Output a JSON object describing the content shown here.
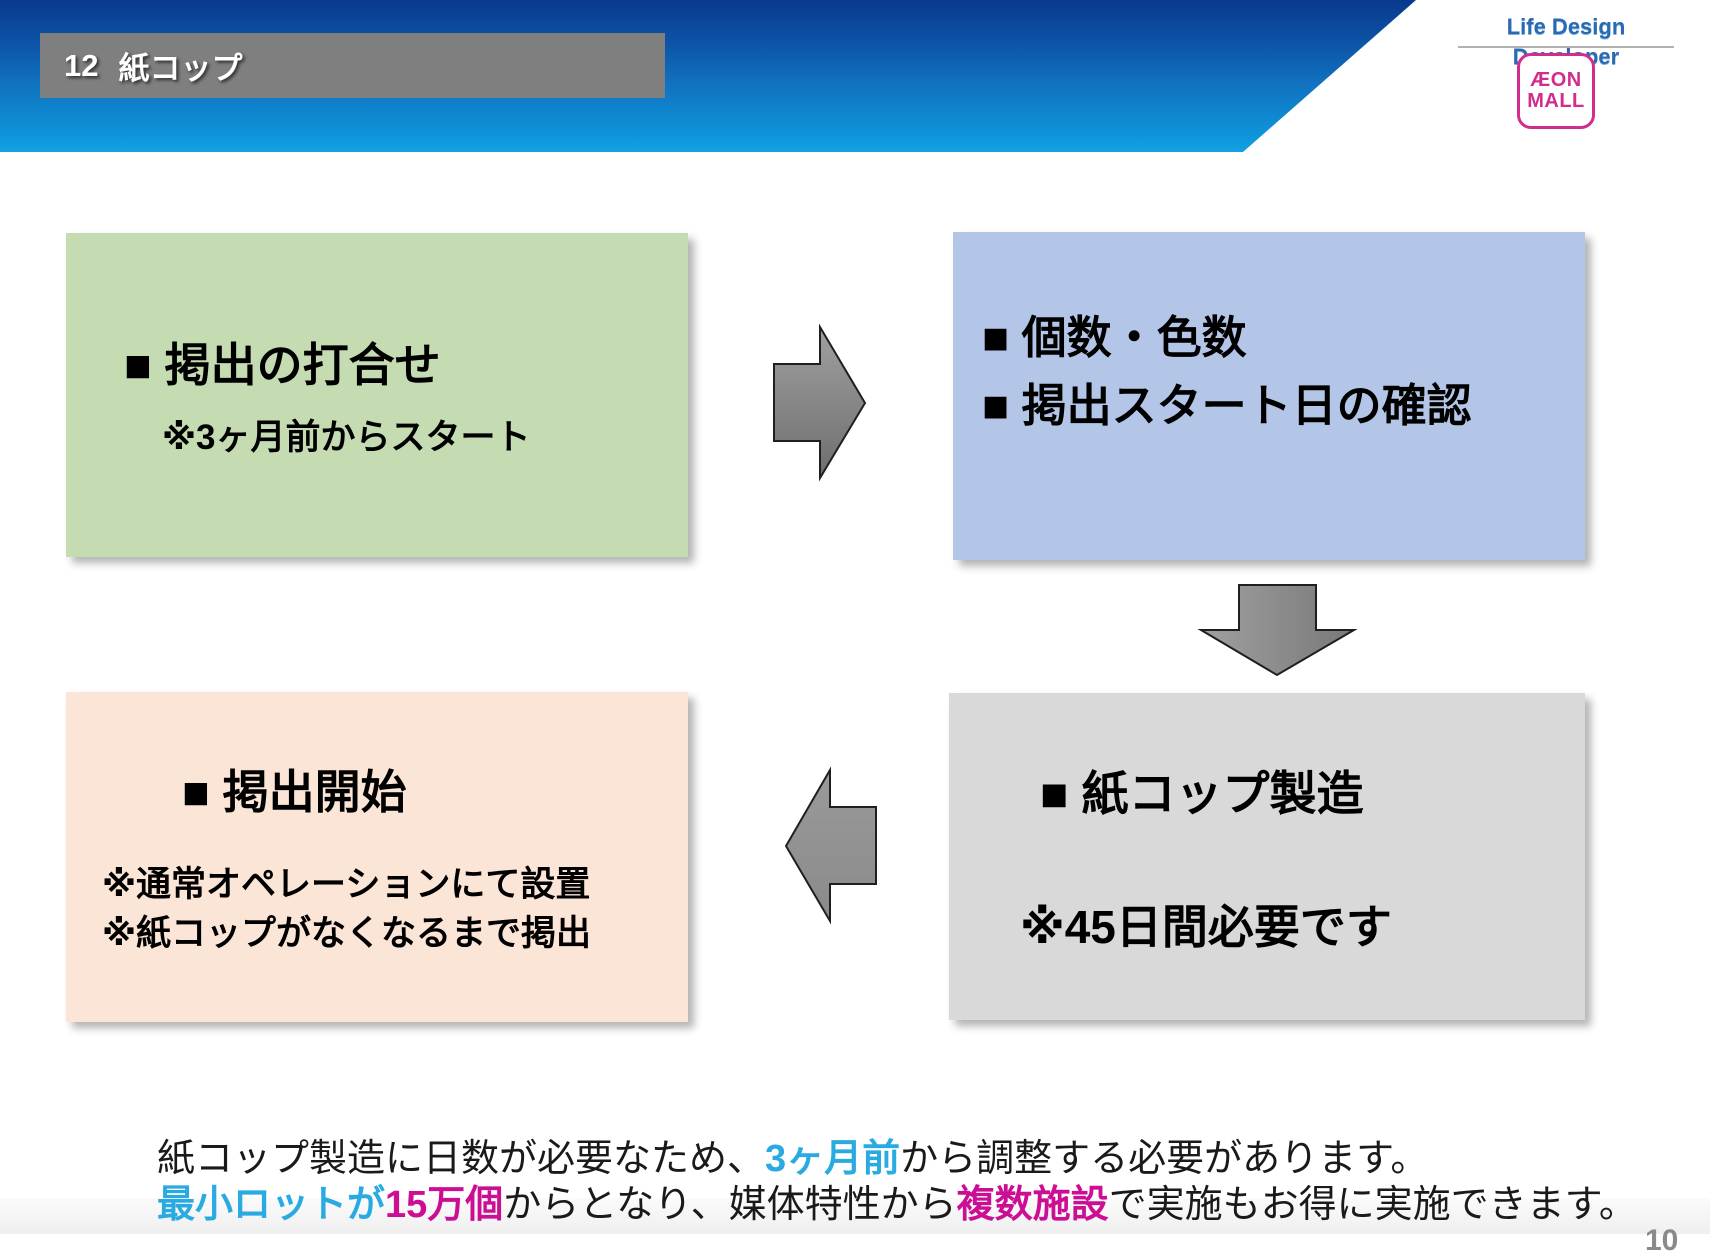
{
  "header": {
    "slide_number": "12",
    "title": "紙コップ",
    "brand_text": "Life Design Developer",
    "mall_logo": {
      "line1": "ÆON",
      "line2": "MALL"
    }
  },
  "flow": {
    "box1": {
      "title": "■ 掲出の打合せ",
      "note": "※3ヶ月前からスタート",
      "bg": "#c5dcb2"
    },
    "box2": {
      "line1": "■ 個数・色数",
      "line2": "■ 掲出スタート日の確認",
      "bg": "#b4c6e7"
    },
    "box3": {
      "title": "■ 紙コップ製造",
      "note": "※45日間必要です",
      "bg": "#d9d9d9"
    },
    "box4": {
      "title": "■ 掲出開始",
      "note1": "※通常オペレーションにて設置",
      "note2": "※紙コップがなくなるまで掲出",
      "bg": "#fbe5d6"
    }
  },
  "footer": {
    "line1": [
      {
        "text": "紙コップ製造に日数が必要なため、",
        "color": "#1a1a1a",
        "bold": false
      },
      {
        "text": "3ヶ月前",
        "color": "#29abe2",
        "bold": true
      },
      {
        "text": "から調整する必要があります。",
        "color": "#1a1a1a",
        "bold": false
      }
    ],
    "line2": [
      {
        "text": "最小ロットが",
        "color": "#29abe2",
        "bold": true
      },
      {
        "text": "15万個",
        "color": "#cc0e94",
        "bold": true
      },
      {
        "text": "からとなり、媒体特性から",
        "color": "#1a1a1a",
        "bold": false
      },
      {
        "text": "複数施設",
        "color": "#cc0e94",
        "bold": true
      },
      {
        "text": "で実施もお得に実施できます。",
        "color": "#1a1a1a",
        "bold": false
      }
    ],
    "page_number": "10"
  },
  "colors": {
    "header_gradient_top": "#09398c",
    "header_gradient_bottom": "#14a1e1",
    "title_bar_gray": "#7f7f7f",
    "brand_blue": "#2a6ab3",
    "aeon_magenta": "#d12d8d",
    "accent_cyan": "#29abe2",
    "accent_magenta": "#cc0e94",
    "arrow_fill_top": "#a0a0a0",
    "arrow_fill_bottom": "#6e6e6e",
    "arrow_outline": "#1f1f1f"
  }
}
